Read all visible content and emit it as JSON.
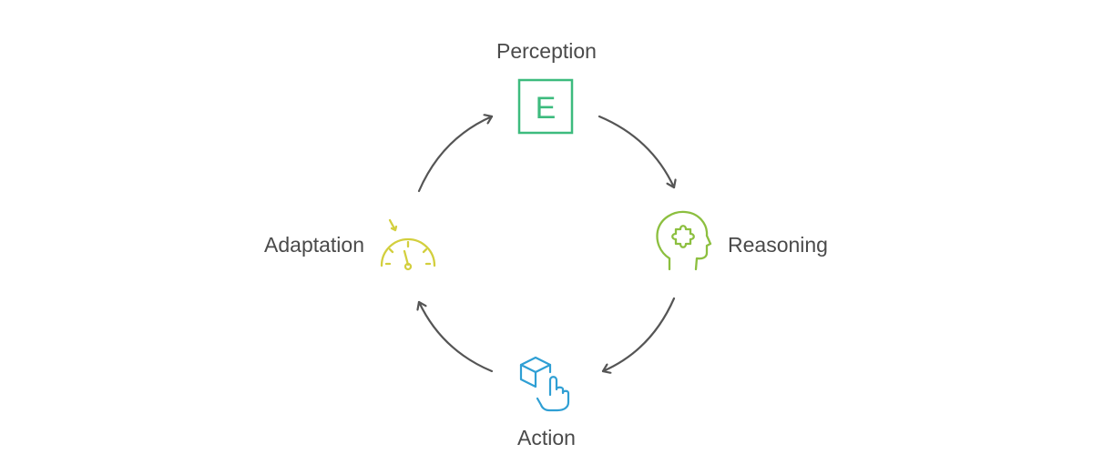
{
  "diagram": {
    "nodes": [
      {
        "id": "perception",
        "label": "Perception",
        "icon": "framed-letter-e-icon",
        "color": "#3dbb7e",
        "icon_text": "E"
      },
      {
        "id": "reasoning",
        "label": "Reasoning",
        "icon": "head-with-puzzle-icon",
        "color": "#8cbf3f"
      },
      {
        "id": "action",
        "label": "Action",
        "icon": "cube-with-pointing-hand-icon",
        "color": "#2f9fd4"
      },
      {
        "id": "adaptation",
        "label": "Adaptation",
        "icon": "gauge-dial-icon",
        "color": "#d3cf3e"
      }
    ],
    "edges": [
      {
        "from": "perception",
        "to": "reasoning"
      },
      {
        "from": "reasoning",
        "to": "action"
      },
      {
        "from": "action",
        "to": "adaptation"
      },
      {
        "from": "adaptation",
        "to": "perception"
      }
    ],
    "arrow_color": "#555555"
  }
}
